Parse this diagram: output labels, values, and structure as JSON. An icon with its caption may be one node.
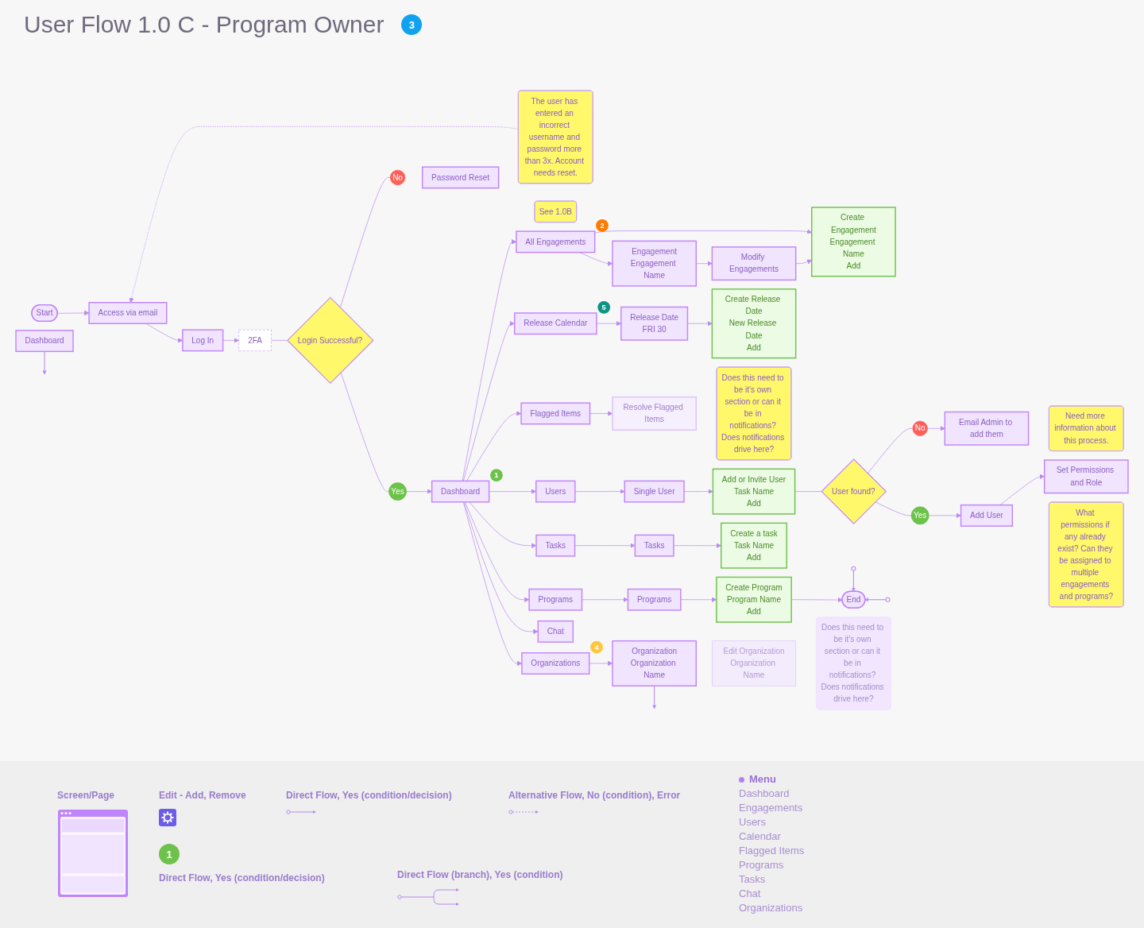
{
  "diagram": {
    "title": "User Flow 1.0 C - Program Owner",
    "nodes": [
      {
        "text": [
          "Start"
        ]
      },
      {
        "text": [
          "Access via email"
        ]
      },
      {
        "text": [
          "Log In"
        ]
      },
      {
        "text": [
          "2FA"
        ]
      },
      {
        "text": [
          "Login Successful?"
        ]
      },
      {
        "text": [
          "No"
        ]
      },
      {
        "text": [
          "Yes"
        ]
      },
      {
        "text": [
          "Password Reset"
        ]
      },
      {
        "text": [
          "The user has entered an incorrect username and password more than 3x. Account needs reset."
        ]
      },
      {
        "text": [
          "Dashboard"
        ],
        "beside": [
          "1"
        ]
      },
      {
        "text": [
          "See 1.0B"
        ]
      },
      {
        "text": [
          "All Engagements"
        ],
        "beside": [
          "2"
        ]
      },
      {
        "text": [
          "Engagement",
          "Engagement Name"
        ]
      },
      {
        "text": [
          "Modify Engagements"
        ]
      },
      {
        "text": [
          "Create Engagement",
          "Engagement Name",
          "Add"
        ]
      },
      {
        "text": [
          "Users"
        ]
      },
      {
        "text": [
          "Single User"
        ]
      },
      {
        "text": [
          "Add or Invite User",
          "Task Name",
          "Add"
        ]
      },
      {
        "text": [
          "User found?"
        ]
      },
      {
        "text": [
          "No"
        ]
      },
      {
        "text": [
          "Yes"
        ]
      },
      {
        "text": [
          "Email Admin to add them"
        ]
      },
      {
        "text": [
          "Need more information about this process."
        ]
      },
      {
        "text": [
          "Add User"
        ]
      },
      {
        "text": [
          "Set Permissions and Role"
        ]
      },
      {
        "text": [
          "What permissions if any already exist? Can they be assigned to multiple engagements and programs?"
        ]
      },
      {
        "text": [
          "Dashboard"
        ]
      },
      {
        "text": [
          "Release Calendar"
        ],
        "beside": [
          "5"
        ]
      },
      {
        "text": [
          "Release Date",
          "FRI 30"
        ]
      },
      {
        "text": [
          "Create Release Date",
          "New Release Date",
          "Add"
        ]
      },
      {
        "text": [
          "Flagged Items"
        ]
      },
      {
        "text": [
          "Resolve Flagged Items"
        ]
      },
      {
        "text": [
          "Does this need to be it's own section or can it be in notifications? Does notifications drive here?"
        ]
      },
      {
        "text": [
          "Programs"
        ]
      },
      {
        "text": [
          "Programs"
        ]
      },
      {
        "text": [
          "Create Program",
          "Program Name",
          "Add"
        ]
      },
      {
        "text": [
          "End"
        ]
      },
      {
        "text": [
          "Tasks"
        ]
      },
      {
        "text": [
          "Tasks"
        ]
      },
      {
        "text": [
          "Create a task",
          "Task Name",
          "Add"
        ]
      },
      {
        "text": [
          "Chat"
        ]
      },
      {
        "text": [
          "Organizations"
        ],
        "beside": [
          "4"
        ]
      },
      {
        "text": [
          "Organization",
          "Organization Name"
        ]
      },
      {
        "text": [
          "Edit Organization",
          "Organization Name"
        ]
      },
      {
        "text": [
          "Does this need to be it's own section or can it be in notifications? Does notifications drive here?"
        ]
      }
    ],
    "edges": [
      {
        "from": 0,
        "to": 1,
        "arrow": "to"
      },
      {
        "from": 1,
        "to": 2,
        "arrow": "to"
      },
      {
        "from": 2,
        "to": 3,
        "arrow": "to"
      },
      {
        "from": 3,
        "to": 4,
        "arrow": "none"
      },
      {
        "from": 4,
        "to": 5,
        "arrow": "none"
      },
      {
        "from": 4,
        "to": 6,
        "arrow": "none"
      },
      {
        "from": 6,
        "to": 9,
        "arrow": "to"
      },
      {
        "from": 8,
        "to": 1,
        "arrow": "to",
        "style": "dashed"
      },
      {
        "from": 9,
        "to": 11,
        "arrow": "to"
      },
      {
        "from": 9,
        "to": 15,
        "arrow": "to"
      },
      {
        "from": 9,
        "to": 27,
        "arrow": "to"
      },
      {
        "from": 9,
        "to": 30,
        "arrow": "to"
      },
      {
        "from": 9,
        "to": 33,
        "arrow": "to"
      },
      {
        "from": 9,
        "to": 37,
        "arrow": "to"
      },
      {
        "from": 9,
        "to": 40,
        "arrow": "to"
      },
      {
        "from": 9,
        "to": 41,
        "arrow": "to"
      },
      {
        "from": 11,
        "to": 12,
        "arrow": "to"
      },
      {
        "from": 12,
        "to": 13,
        "arrow": "to"
      },
      {
        "from": 13,
        "to": 14,
        "arrow": "to"
      },
      {
        "from": 11,
        "to": 14,
        "arrow": "to"
      },
      {
        "from": 15,
        "to": 16,
        "arrow": "to"
      },
      {
        "from": 16,
        "to": 17,
        "arrow": "to"
      },
      {
        "from": 17,
        "to": 18,
        "arrow": "none"
      },
      {
        "from": 18,
        "to": 19,
        "arrow": "none"
      },
      {
        "from": 18,
        "to": 20,
        "arrow": "none"
      },
      {
        "from": 19,
        "to": 21,
        "arrow": "to"
      },
      {
        "from": 20,
        "to": 23,
        "arrow": "to"
      },
      {
        "from": 23,
        "to": 24,
        "arrow": "to"
      },
      {
        "from": 27,
        "to": 28,
        "arrow": "to"
      },
      {
        "from": 28,
        "to": 29,
        "arrow": "to"
      },
      {
        "from": 30,
        "to": 31,
        "arrow": "to"
      },
      {
        "from": 33,
        "to": 34,
        "arrow": "to"
      },
      {
        "from": 34,
        "to": 35,
        "arrow": "to"
      },
      {
        "from": 35,
        "to": 36,
        "arrow": "to"
      },
      {
        "from": 37,
        "to": 38,
        "arrow": "to"
      },
      {
        "from": 38,
        "to": 39,
        "arrow": "to"
      },
      {
        "from": 41,
        "to": 42,
        "arrow": "to"
      },
      {
        "from": 42,
        "to": null,
        "arrow": "to"
      },
      {
        "from": null,
        "to": 36,
        "arrow": "to"
      },
      {
        "from": null,
        "to": 36,
        "arrow": "to"
      },
      {
        "from": 26,
        "to": null,
        "arrow": "to"
      }
    ],
    "labels": [
      "Menu",
      "Dashboard",
      "Engagements",
      "Users",
      "Calendar",
      "Flagged Items",
      "Programs",
      "Tasks",
      "Chat",
      "Organizations",
      "3",
      "1"
    ],
    "legend": [
      {
        "text": "Screen/Page"
      },
      {
        "text": "Edit - Add, Remove"
      },
      {
        "text": "Direct Flow, Yes (condition/decision)"
      },
      {
        "text": "Alternative Flow, No (condition), Error"
      },
      {
        "text": "Direct Flow, Yes (condition/decision)"
      },
      {
        "text": "Direct Flow (branch), Yes (condition)"
      }
    ]
  }
}
